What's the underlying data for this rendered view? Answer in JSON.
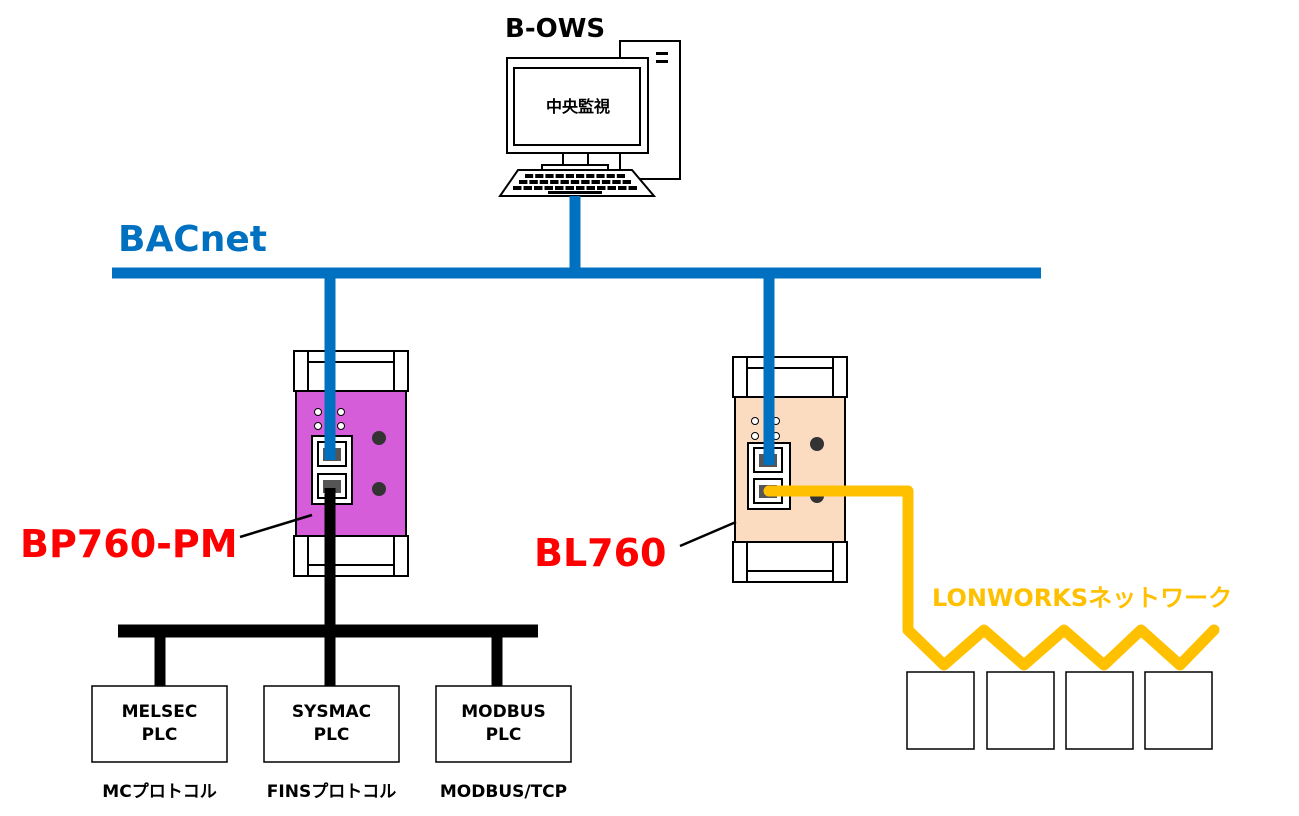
{
  "workstation": {
    "title": "B-OWS",
    "screen_text": "中央監視"
  },
  "networks": {
    "bacnet": {
      "label": "BACnet",
      "color": "#0070C0"
    },
    "plc_bus": {
      "color": "#000000"
    },
    "lonworks": {
      "label": "LONWORKSネットワーク",
      "color": "#FFC000"
    }
  },
  "devices": {
    "bp760": {
      "label": "BP760-PM",
      "body_color": "#D65DDA"
    },
    "bl760": {
      "label": "BL760",
      "body_color": "#FCDCC1"
    }
  },
  "label_color": "#FF0000",
  "plcs": [
    {
      "line1": "MELSEC",
      "line2": "PLC",
      "protocol": "MCプロトコル"
    },
    {
      "line1": "SYSMAC",
      "line2": "PLC",
      "protocol": "FINSプロトコル"
    },
    {
      "line1": "MODBUS",
      "line2": "PLC",
      "protocol": "MODBUS/TCP"
    }
  ],
  "lon_nodes": [
    "",
    "",
    "",
    ""
  ]
}
